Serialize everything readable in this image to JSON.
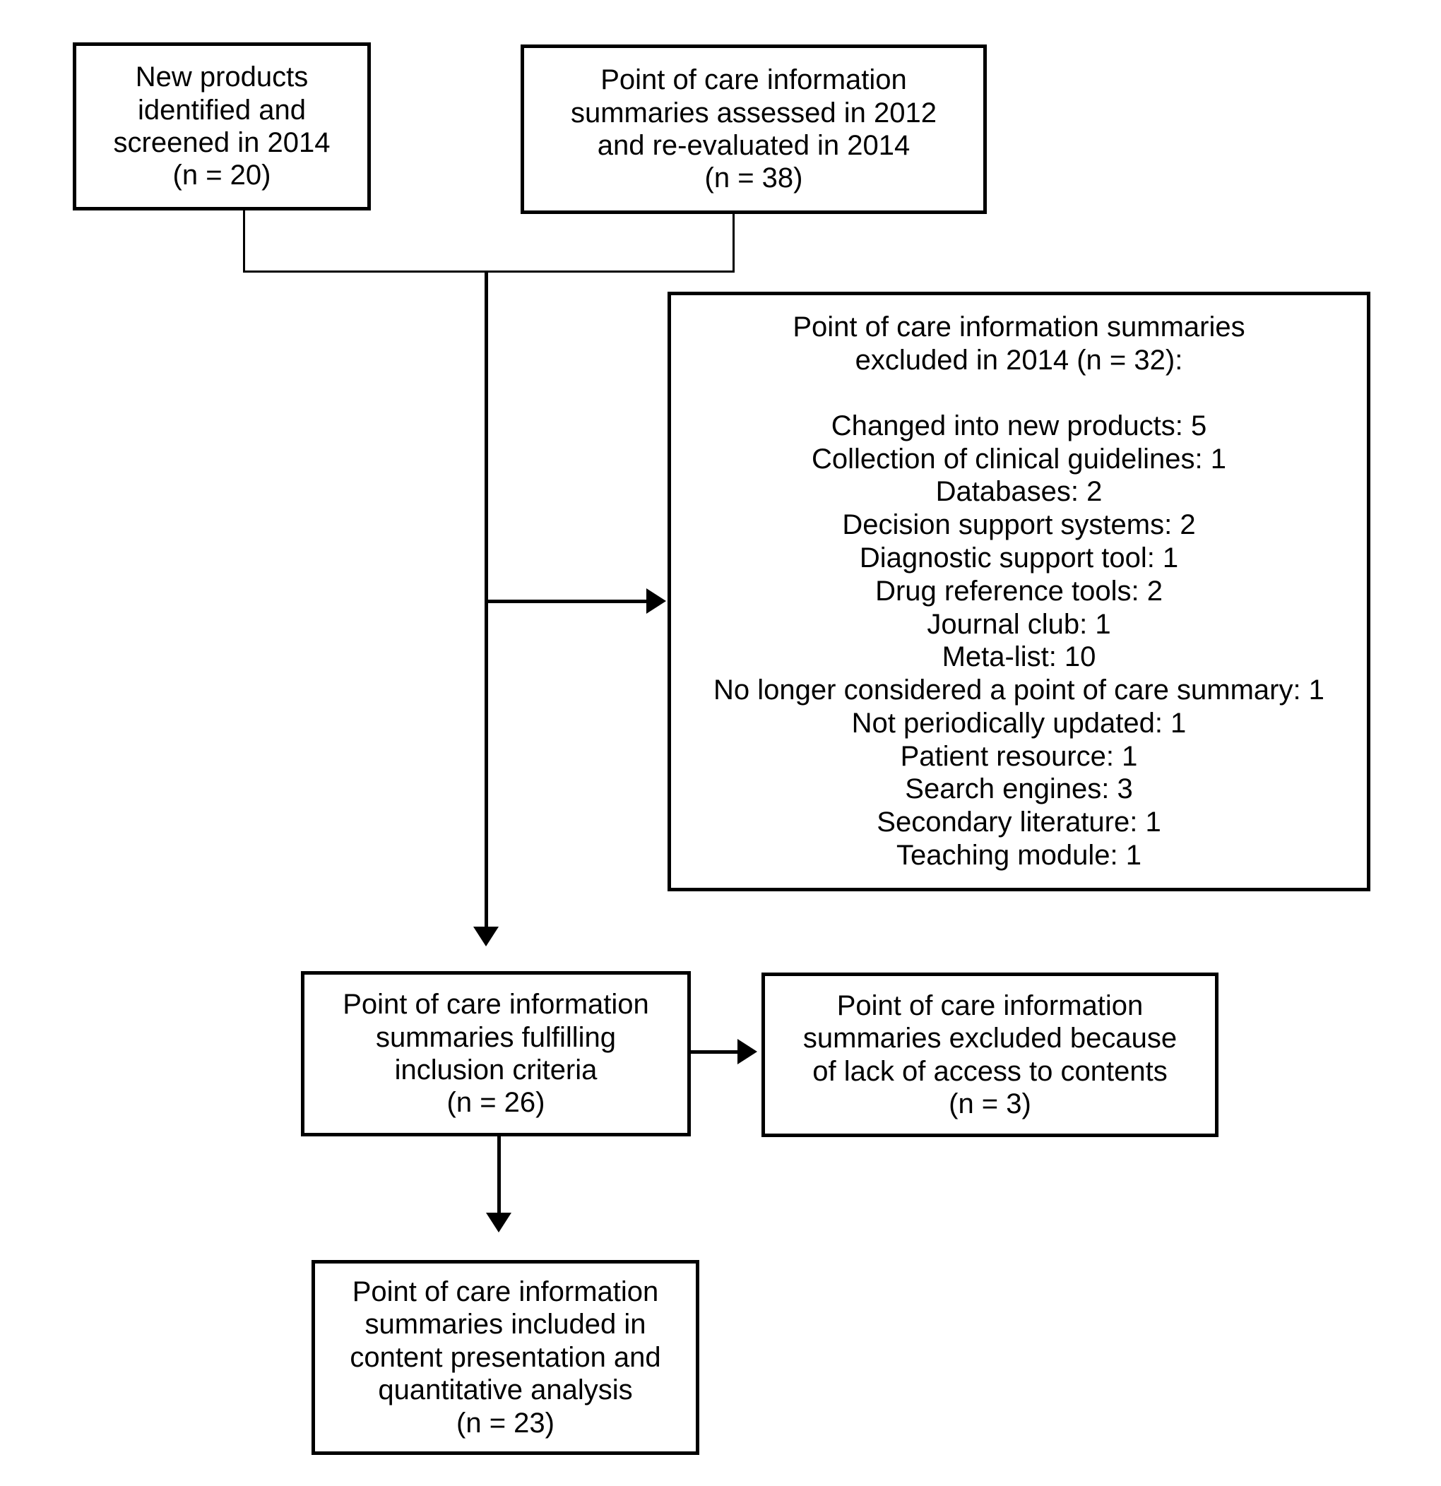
{
  "diagram": {
    "colors": {
      "background": "#ffffff",
      "box_border": "#000000",
      "line": "#000000",
      "text": "#000000"
    },
    "boxes": {
      "new_products": {
        "text": "New products\nidentified and\nscreened in 2014\n(n = 20)"
      },
      "assessed": {
        "text": "Point of care information\nsummaries assessed in 2012\nand re-evaluated in 2014\n(n = 38)"
      },
      "excluded_2014": {
        "title": "Point of care information summaries\nexcluded in 2014 (n = 32):",
        "items": [
          "Changed into new products: 5",
          "Collection of clinical guidelines: 1",
          "Databases: 2",
          "Decision support systems: 2",
          "Diagnostic support tool: 1",
          "Drug reference tools: 2",
          "Journal club: 1",
          "Meta-list: 10",
          "No longer considered a point of care summary: 1",
          "Not periodically updated: 1",
          "Patient resource: 1",
          "Search engines: 3",
          "Secondary literature: 1",
          "Teaching module: 1"
        ]
      },
      "inclusion": {
        "text": "Point of care information\nsummaries fulfilling\ninclusion criteria\n(n = 26)"
      },
      "no_access": {
        "text": "Point of care information\nsummaries excluded because\nof lack of access to contents\n(n = 3)"
      },
      "final_included": {
        "text": "Point of care information\nsummaries included in\ncontent presentation and\nquantitative analysis\n(n = 23)"
      }
    }
  }
}
